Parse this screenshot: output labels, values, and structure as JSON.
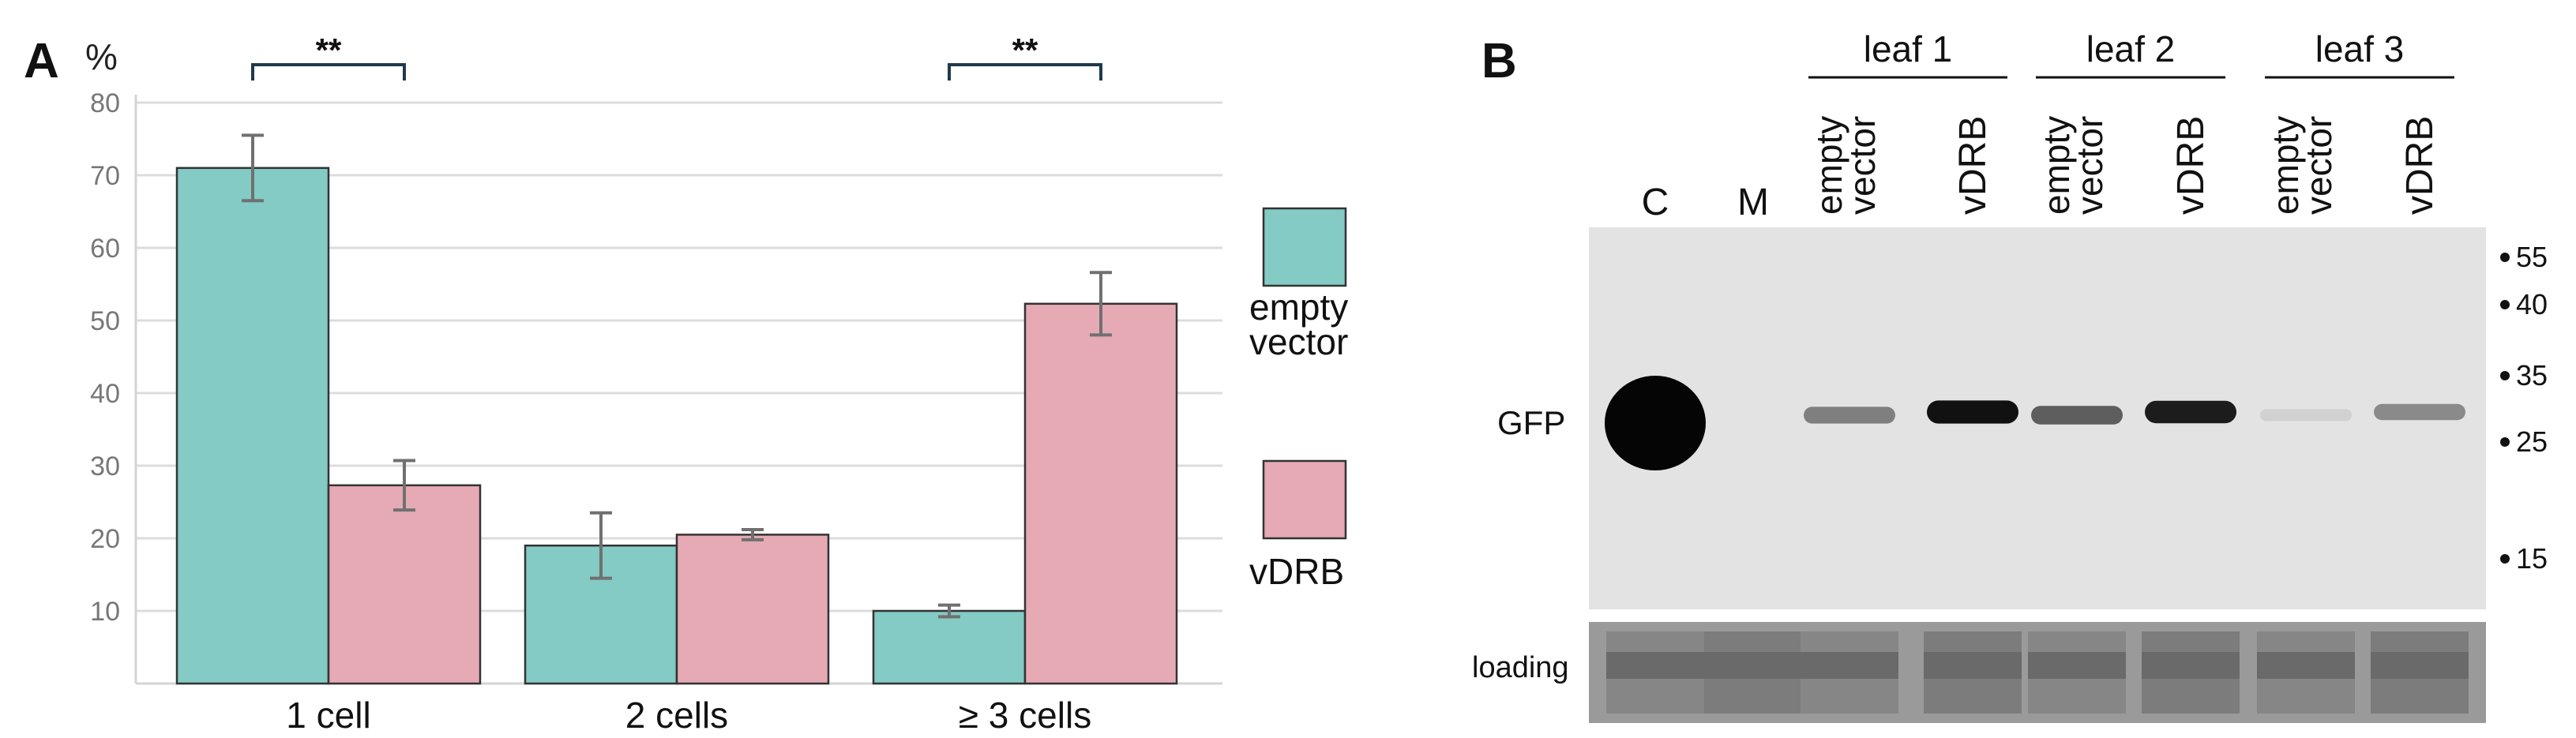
{
  "panel_a": {
    "label": "A",
    "y_unit": "%",
    "significance": "**"
  },
  "panel_b": {
    "label": "B",
    "leaf_groups": [
      "leaf 1",
      "leaf 2",
      "leaf 3"
    ],
    "lanes": [
      {
        "label": "C"
      },
      {
        "label": "M"
      },
      {
        "label_lines": [
          "empty",
          "vector"
        ]
      },
      {
        "label": "vDRB"
      },
      {
        "label_lines": [
          "empty",
          "vector"
        ]
      },
      {
        "label": "vDRB"
      },
      {
        "label_lines": [
          "empty",
          "vector"
        ]
      },
      {
        "label": "vDRB"
      }
    ],
    "row_labels": {
      "gfp": "GFP",
      "loading": "loading"
    },
    "markers": [
      "55",
      "40",
      "35",
      "25",
      "15"
    ],
    "band_intensity": [
      1.0,
      0.0,
      0.45,
      0.95,
      0.6,
      0.9,
      0.08,
      0.4
    ],
    "colors": {
      "membrane": "#e3e3e3",
      "loading_strip": "#9a9a9a",
      "band": "#050505"
    }
  },
  "chart_data": {
    "type": "bar",
    "categories": [
      "1 cell",
      "2 cells",
      "≥ 3 cells"
    ],
    "series": [
      {
        "name": "empty vector",
        "legend_lines": [
          "empty",
          "vector"
        ],
        "color": "#83cbc4",
        "values": [
          71,
          19,
          10
        ],
        "errors": [
          4.5,
          4.5,
          0.8
        ]
      },
      {
        "name": "vDRB",
        "legend_lines": [
          "vDRB"
        ],
        "color": "#e6aab5",
        "values": [
          27.3,
          20.5,
          52.3
        ],
        "errors": [
          3.4,
          0.7,
          4.3
        ]
      }
    ],
    "ylim": [
      0,
      80
    ],
    "yticks": [
      10,
      20,
      30,
      40,
      50,
      60,
      70,
      80
    ],
    "grid": true,
    "legend_position": "right",
    "significance": [
      {
        "category": "1 cell",
        "label": "**"
      },
      {
        "category": "≥ 3 cells",
        "label": "**"
      }
    ]
  }
}
